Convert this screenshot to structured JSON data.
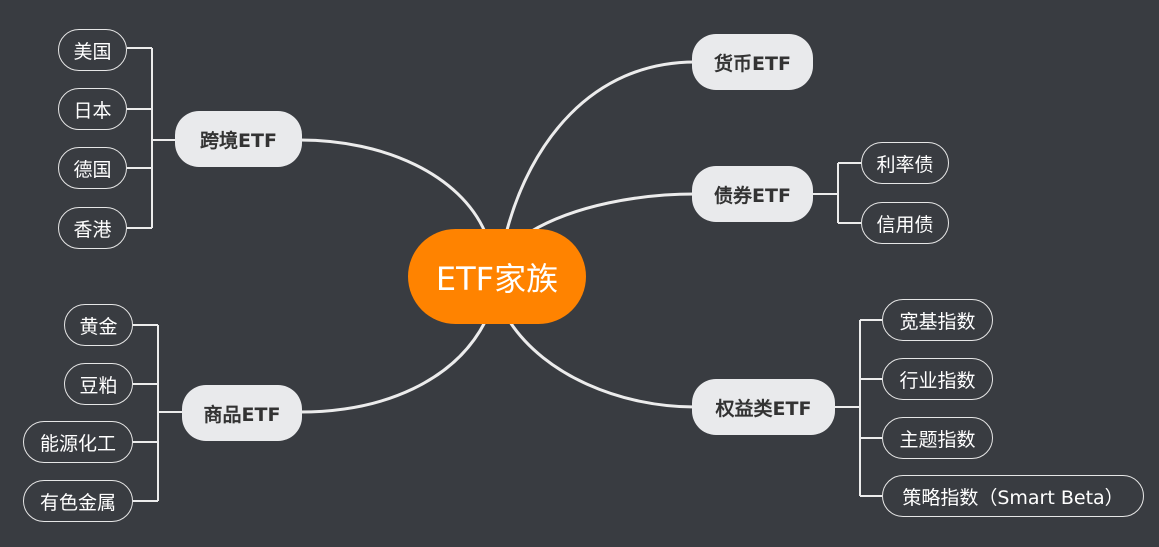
{
  "colors": {
    "background": "#393c41",
    "center_fill": "#ff8300",
    "main_fill": "#e9eaec",
    "connector": "#ececec"
  },
  "center": {
    "label": "ETF家族"
  },
  "left": {
    "cross_border": {
      "label": "跨境ETF",
      "children": [
        "美国",
        "日本",
        "德国",
        "香港"
      ]
    },
    "commodity": {
      "label": "商品ETF",
      "children": [
        "黄金",
        "豆粕",
        "能源化工",
        "有色金属"
      ]
    }
  },
  "right": {
    "money": {
      "label": "货币ETF"
    },
    "bond": {
      "label": "债券ETF",
      "children": [
        "利率债",
        "信用债"
      ]
    },
    "equity": {
      "label": "权益类ETF",
      "children": [
        "宽基指数",
        "行业指数",
        "主题指数",
        "策略指数（Smart Beta）"
      ]
    }
  }
}
